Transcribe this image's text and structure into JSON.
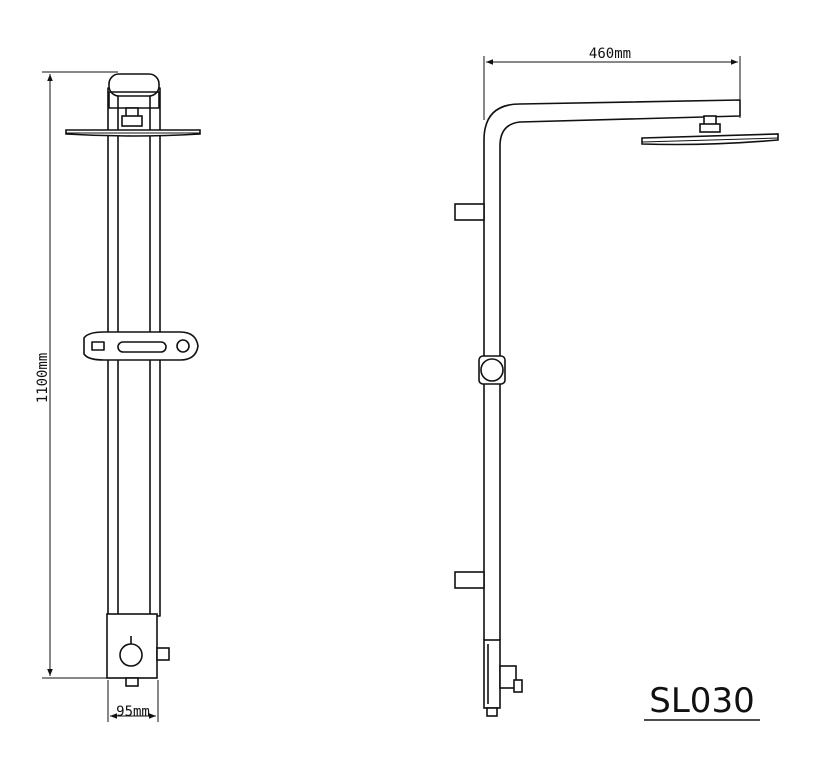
{
  "dimensions": {
    "height": "1100mm",
    "width": "95mm",
    "reach": "460mm"
  },
  "model": {
    "code": "SL030"
  },
  "colors": {
    "line": "#111111",
    "background": "#ffffff"
  }
}
